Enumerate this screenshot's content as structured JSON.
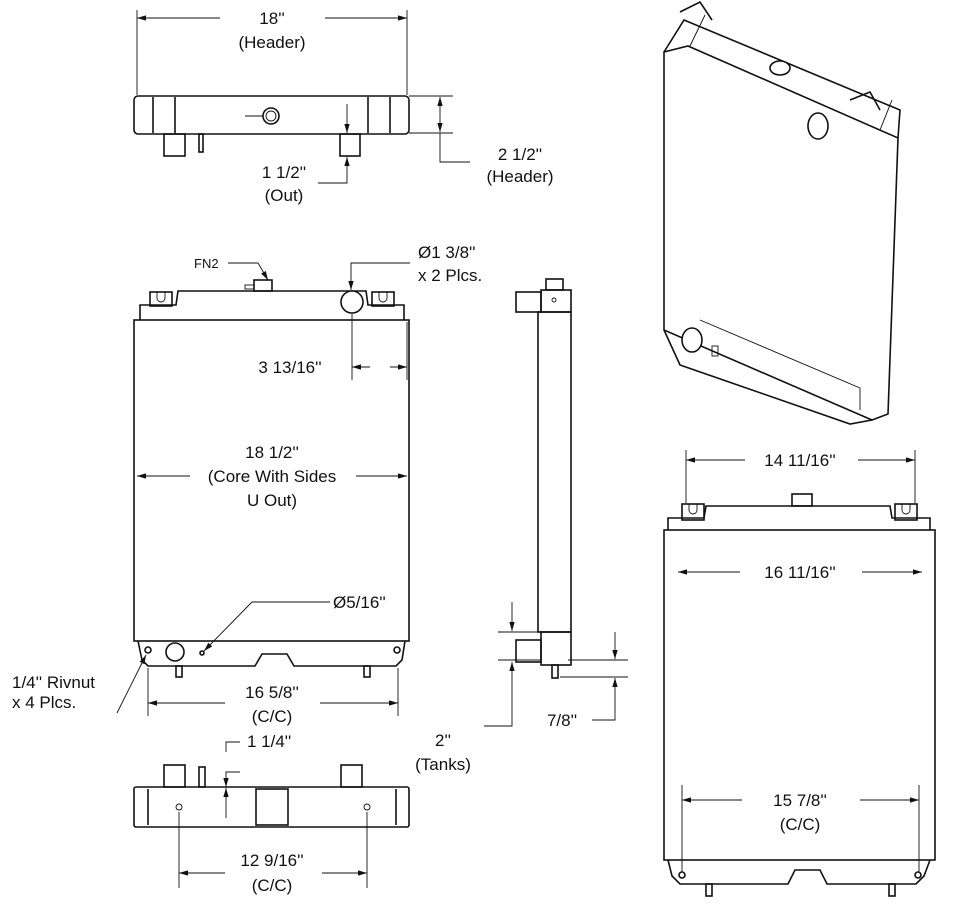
{
  "top_view": {
    "width_value": "18''",
    "width_note": "(Header)",
    "height_value": "2 1/2''",
    "height_note": "(Header)",
    "outlet_value": "1 1/2''",
    "outlet_note": "(Out)"
  },
  "front_view": {
    "fill_neck_label": "FN2",
    "inlet_dia": "Ø1 3/8''",
    "inlet_qty": "x 2 Plcs.",
    "inlet_offset": "3 13/16''",
    "core_width": "18 1/2''",
    "core_note_1": "(Core With Sides",
    "core_note_2": "U Out)",
    "drain_dia": "Ø5/16''",
    "rivnut_label": "1/4'' Rivnut",
    "rivnut_qty": "x 4 Plcs.",
    "mount_cc": "16 5/8''",
    "mount_cc_note": "(C/C)"
  },
  "side_view": {
    "tank_value": "2''",
    "tank_note": "(Tanks)",
    "pin_value": "7/8''"
  },
  "bottom_view": {
    "pin_value": "1 1/4''",
    "hole_cc": "12 9/16''",
    "hole_cc_note": "(C/C)"
  },
  "rear_view": {
    "bracket_cc": "14 11/16''",
    "overall_width": "16 11/16''",
    "mount_cc": "15 7/8''",
    "mount_cc_note": "(C/C)"
  }
}
